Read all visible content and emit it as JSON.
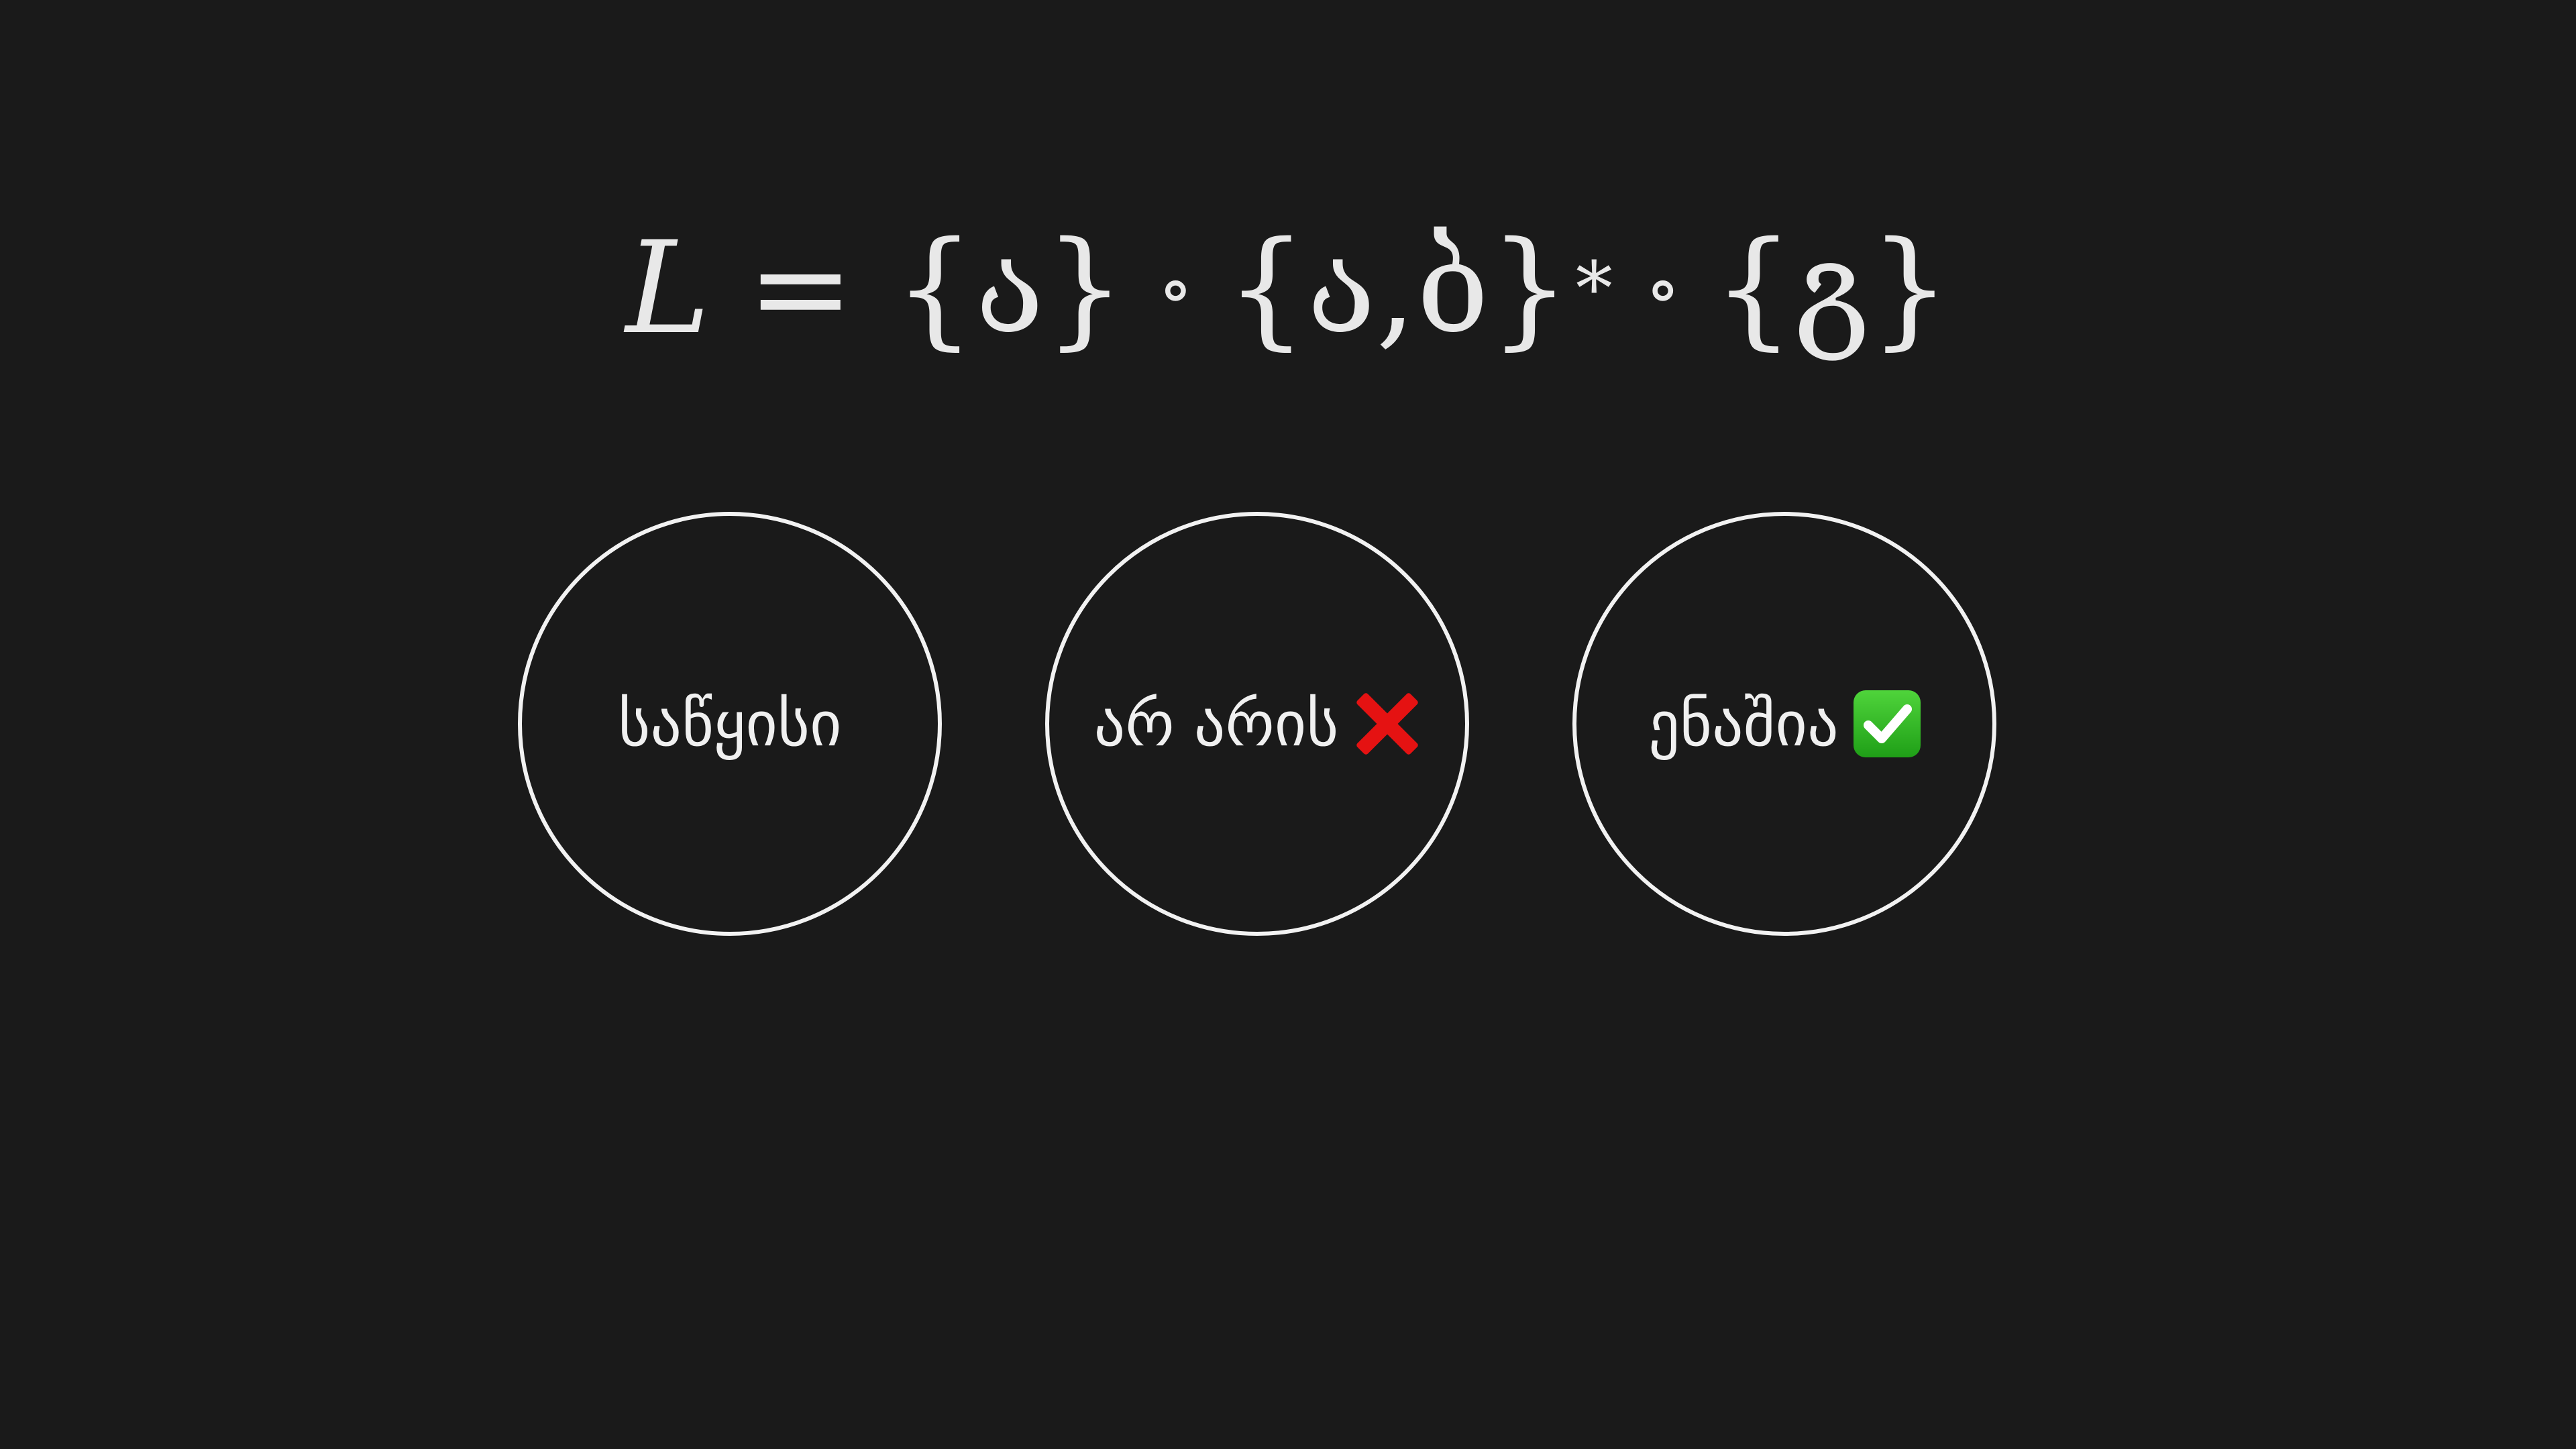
{
  "formula": {
    "variable": "L",
    "equals": "=",
    "set_a": "{ა}",
    "compose_op_1": "∘",
    "set_ab": "{ა,ბ}",
    "kleene_star": "*",
    "compose_op_2": "∘",
    "set_g": "{გ}"
  },
  "nodes": [
    {
      "label": "საწყისი",
      "icon": null
    },
    {
      "label": "არ არის",
      "icon": "cross-icon",
      "icon_color": "#e51212"
    },
    {
      "label": "ენაშია",
      "icon": "check-icon",
      "icon_color": "#2cb82a"
    }
  ]
}
